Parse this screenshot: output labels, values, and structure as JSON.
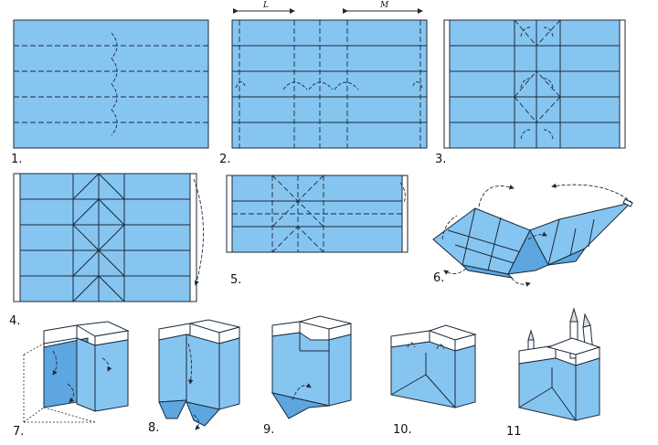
{
  "steps": [
    {
      "label": "1."
    },
    {
      "label": "2."
    },
    {
      "label": "3."
    },
    {
      "label": "4."
    },
    {
      "label": "5."
    },
    {
      "label": "6."
    },
    {
      "label": "7."
    },
    {
      "label": "8."
    },
    {
      "label": "9."
    },
    {
      "label": "10."
    },
    {
      "label": "11"
    }
  ],
  "measure_labels": {
    "left": "L",
    "right": "M"
  },
  "colors": {
    "paper": "#87c5f1",
    "shade": "#5da6e0",
    "line": "#1a2a3a"
  }
}
